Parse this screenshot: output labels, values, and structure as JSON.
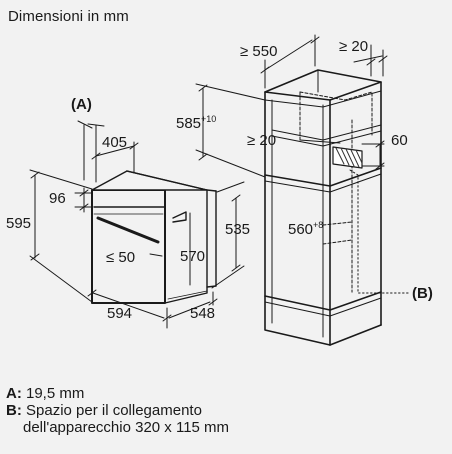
{
  "title": "Dimensioni in mm",
  "labels": {
    "a_marker": "(A)",
    "b_marker": "(B)",
    "d405": "405",
    "d96": "96",
    "d595": "595",
    "d50": "≤ 50",
    "d570": "570",
    "d535": "535",
    "d594": "594",
    "d548": "548",
    "d550": "≥ 550",
    "d20_top": "≥ 20",
    "d585": "585",
    "d585_tol": "+10",
    "d20_mid": "≥ 20",
    "d60": "60",
    "d560": "560",
    "d560_tol": "+8"
  },
  "legend": {
    "a_key": "A:",
    "a_text": "19,5 mm",
    "b_key": "B:",
    "b_text_line1": "Spazio per il collegamento",
    "b_text_line2": "dell'apparecchio 320 x 115 mm"
  }
}
